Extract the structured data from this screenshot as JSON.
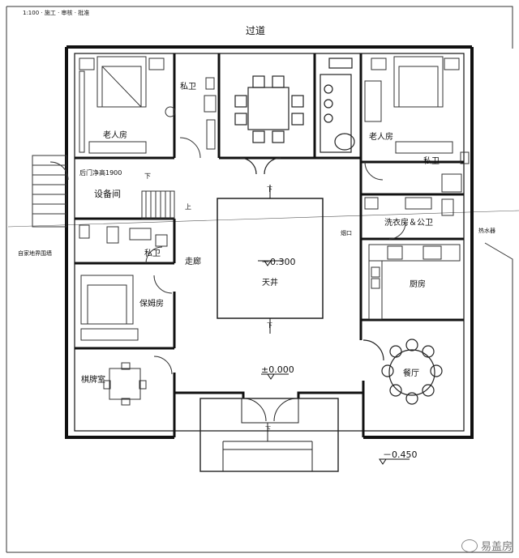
{
  "header_text": "1:100 · 施工 · 审核 · 批准",
  "labels": {
    "corridor_top": "过道",
    "elder_room_left": "老人房",
    "bath_top_left": "私卫",
    "elder_room_right": "老人房",
    "bath_right": "私卫",
    "door_height": "后门净高1900",
    "equipment_room": "设备间",
    "stair_down": "下",
    "stair_up": "上",
    "laundry": "洗衣房＆公卫",
    "vent": "烟口",
    "water_heater": "热水器",
    "boundary_note": "自家地界围墙",
    "bath_mid": "私卫",
    "hallway": "走廊",
    "elevation_court": "－0.300",
    "courtyard": "天井",
    "kitchen": "厨房",
    "nanny_room": "保姆房",
    "elevation_floor": "±0.000",
    "chess_room": "棋牌室",
    "dining_hall": "餐厅",
    "elevation_out": "－0.450",
    "arrow_down": "下"
  },
  "watermark": "易盖房"
}
